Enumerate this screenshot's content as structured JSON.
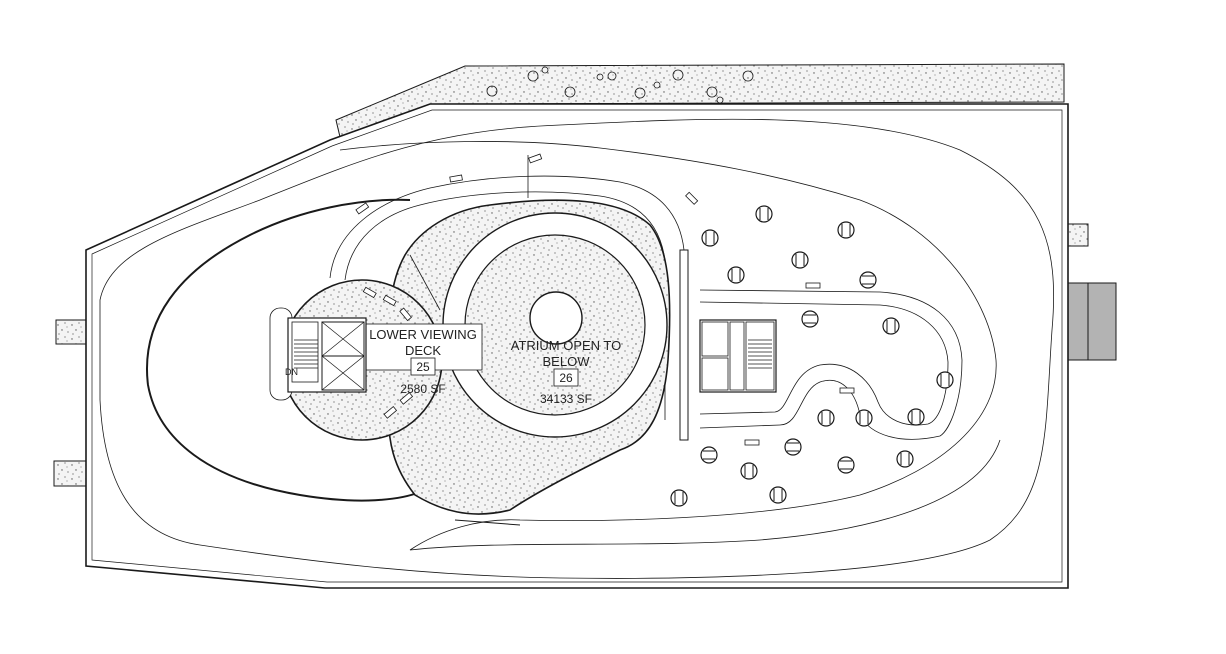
{
  "rooms": [
    {
      "name_line1": "LOWER VIEWING",
      "name_line2": "DECK",
      "number": "25",
      "area": "2580 SF"
    },
    {
      "name_line1": "ATRIUM OPEN TO",
      "name_line2": "BELOW",
      "number": "26",
      "area": "34133 SF"
    }
  ],
  "stair_label": "DN",
  "colors": {
    "line": "#1a1a1a",
    "hatch_fill": "#f2f2f2",
    "hatch_dot": "#555555",
    "equipment_fill": "#b3b3b3"
  }
}
